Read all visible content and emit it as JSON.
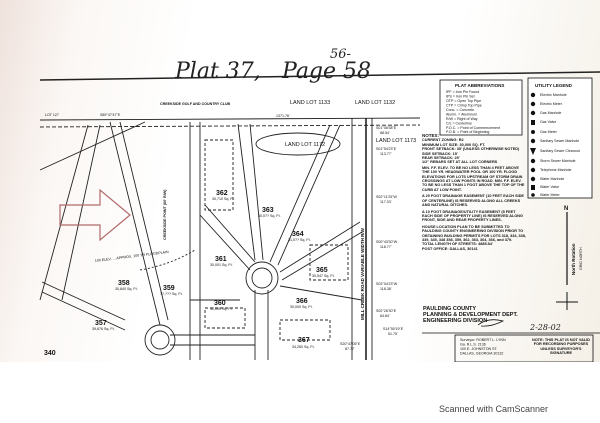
{
  "title_handwritten": {
    "plat": "Plat 37,",
    "page": "Page 58",
    "superscript": "56-"
  },
  "header_labels": {
    "golf_club": "CREEKSIDE GOLF AND COUNTRY CLUB",
    "land_lot_1133": "LAND LOT 1133",
    "land_lot_1132": "LAND LOT 1132",
    "land_lot_1172": "LAND LOT 1172",
    "land_lot_1173": "LAND LOT 1173",
    "lot_127": "LOT 127",
    "bearing_top": "S89°47'47\"E",
    "dist_top": "1371.76'"
  },
  "streets": {
    "creekside_point": "CREEKSIDE POINT (60' R/W)",
    "mill_creek_road": "MILL CREEK ROAD   VARIABLE WIDTH R/W",
    "floodplain": "100 ELEV. ... APPROX. 100 YR FLOODPLAIN"
  },
  "lots": [
    {
      "number": "357",
      "area": "39,676 Sq. Ft."
    },
    {
      "number": "358",
      "area": "30,840 Sq. Ft."
    },
    {
      "number": "359",
      "area": "??,??? Sq. Ft."
    },
    {
      "number": "360",
      "area": "30,000 Sq. Ft."
    },
    {
      "number": "361",
      "area": "30,001 Sq. Ft."
    },
    {
      "number": "362",
      "area": "30,710 Sq. Ft."
    },
    {
      "number": "363",
      "area": "30,0?? Sq. Ft."
    },
    {
      "number": "364",
      "area": "31,0?? Sq. Ft."
    },
    {
      "number": "365",
      "area": "30,547 Sq. Ft."
    },
    {
      "number": "366",
      "area": "30,000 Sq. Ft."
    },
    {
      "number": "367",
      "area": "34,260 Sq. Ft."
    },
    {
      "number": "340",
      "area": ""
    }
  ],
  "boundary_calls": [
    {
      "bearing": "S01°08'38\"E",
      "distance": "88.54'"
    },
    {
      "bearing": "S01°54'23\"E",
      "distance": "113.77'"
    },
    {
      "bearing": "S02°11'25\"W",
      "distance": "117.03'"
    },
    {
      "bearing": "S00°43'30\"W",
      "distance": "118.77'"
    },
    {
      "bearing": "S03°04'23\"W",
      "distance": "118.38'"
    },
    {
      "bearing": "S02°26'30\"E",
      "distance": "64.84'"
    },
    {
      "bearing": "S14°50'19\"E",
      "distance": "51.75'"
    },
    {
      "bearing": "S20°47'05\"E",
      "distance": "87.77'"
    }
  ],
  "plat_abbreviations": {
    "title": "PLAT ABBREVIATIONS",
    "items": [
      "IPF = Iron Pin Found",
      "IPS = Iron Pin Set",
      "OTP = Open Top Pipe",
      "CTP = Crimp Top Pipe",
      "Conc. = Concrete",
      "Alumn. = Aluminum",
      "R/W = Right of Way",
      "C/L = Centerline",
      "P.O.C. = Point of Commencement",
      "P.O.B. = Point of Beginning"
    ]
  },
  "utility_legend": {
    "title": "UTILITY LEGEND",
    "items": [
      "Electric Manhole",
      "Electric Meter",
      "Gas Manhole",
      "Gas Valve",
      "Gas Meter",
      "Sanitary Sewer Manhole",
      "Sanitary Sewer Cleanout",
      "Storm Sewer Manhole",
      "Telephone Manhole",
      "Water Manhole",
      "Water Valve",
      "Water Meter"
    ]
  },
  "notes": {
    "title": "NOTES:",
    "items": [
      "CURRENT ZONING: R2",
      "MINIMUM LOT SIZE: 30,000 SQ. FT.",
      "FRONT SETBACK: 35' (UNLESS OTHERWISE NOTED)",
      "SIDE SETBACK: 15'",
      "REAR SETBACK: 25'",
      "1/2\" REBARS SET AT ALL LOT CORNERS",
      "MIN. F.F. ELEV. TO BE NO LESS THAN 4 FEET ABOVE THE 100 YR. HEADWATER POOL OR 100 YR. FLOOD ELEVATIONS FOR LOTS UPSTREAM OF STORM DRAIN CROSSINGS AT LOW POINTS IN ROAD. MIN. F.F. ELEV. TO BE NO LESS THAN 1 FOOT ABOVE THE TOP OF THE CURB AT LOW POINT.",
      "A 20 FOOT DRAINAGE EASEMENT (10 FEET EACH SIDE OF CENTERLINE) IS RESERVED ALONG ALL CREEKS AND NATURAL DITCHES.",
      "A 10 FOOT DRAINAGE/UTILITY EASEMENT (5 FEET EACH SIDE OF PROPERTY LINE) IS RESERVED ALONG FRONT, SIDE AND REAR PROPERTY LINES.",
      "HOUSE LOCATION PLAN TO BE SUBMITTED TO PAULDING COUNTY ENGINEERING DIVISION PRIOR TO OBTAINING BUILDING PERMITS FOR LOTS 318, 334, 338, 339, 345, 348 358, 359, 362, 363, 364, 366, and 379.",
      "TOTAL LENGTH OF STREETS: 4885.84'",
      "POST OFFICE: DALLAS, 30141"
    ]
  },
  "north_arrow": {
    "label": "North Rotation",
    "sub": "GRID NORTH",
    "letter": "N"
  },
  "approval": {
    "line1": "PAULDING COUNTY",
    "line2": "PLANNING & DEVELOPMENT DEPT.",
    "line3": "ENGINEERING DIVISION",
    "date": "2-28-02"
  },
  "validity_note": "NOTE: THIS PLAT IS NOT VALID FOR RECORDING PURPOSES UNLESS SURVEYOR'S SIGNATURE",
  "surveyor_block": [
    "Surveyor: ROBERT L. LYNN",
    "Ga. R.L.S. 2136",
    "100 E. JOHNSTON ST.",
    "DALLAS, GEORGIA 30132"
  ],
  "watermark": "Scanned with CamScanner",
  "colors": {
    "arrow": "#b06a6a",
    "ink": "#111111"
  }
}
